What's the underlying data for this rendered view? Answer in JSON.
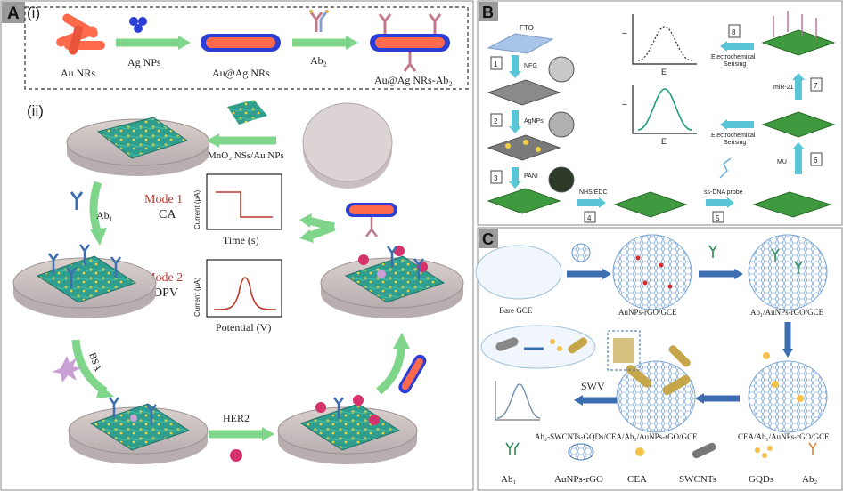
{
  "panels": {
    "A": {
      "letter": "A",
      "sub_i": "(i)",
      "sub_ii": "(ii)",
      "step_labels": {
        "au_nrs": "Au NRs",
        "ag_nps": "Ag NPs",
        "au_ag_nrs": "Au@Ag NRs",
        "ab2": "Ab₂",
        "au_ag_nrs_ab2": "Au@Ag NRs-Ab₂"
      },
      "mno2": "MnO₂ NSs/Au NPs",
      "ab1": "Ab₁",
      "bsa": "BSA",
      "her2": "HER2",
      "mode1_title": "Mode 1",
      "mode1_method": "CA",
      "mode1_ylabel": "Current (μA)",
      "mode1_xlabel": "Time (s)",
      "mode2_title": "Mode 2",
      "mode2_method": "DPV",
      "mode2_ylabel": "Current (μA)",
      "mode2_xlabel": "Potential (V)"
    },
    "B": {
      "letter": "B",
      "fto": "FTO",
      "nfg": "NFG",
      "agnps": "AgNPs",
      "pani": "PANI",
      "nhs_edc": "NHS/EDC",
      "ss_dna": "ss-DNA probe",
      "mu": "MU",
      "mir21": "miR-21",
      "es1": "Electrochemical",
      "es2": "Sensing",
      "e_axis": "E",
      "steps": [
        "1",
        "2",
        "3",
        "4",
        "5",
        "6",
        "7",
        "8"
      ],
      "dash": "–"
    },
    "C": {
      "letter": "C",
      "bare": "Bare GCE",
      "s1": "AuNPs-rGO/GCE",
      "s2": "Ab₁/AuNPs-rGO/GCE",
      "s3": "CEA/Ab₁/AuNPs-rGO/GCE",
      "s4": "Ab₂-SWCNTs-GQDs/CEA/Ab₁/AuNPs-rGO/GCE",
      "swv": "SWV",
      "legend": [
        "Ab₁",
        "AuNPs-rGO",
        "CEA",
        "SWCNTs",
        "GQDs",
        "Ab₂"
      ]
    }
  },
  "colors": {
    "arrow_green": "#7fd68a",
    "arrow_blue": "#3d6fb0",
    "au_rod": "#ff6a4d",
    "ag_shell": "#2b3fd6",
    "mode_red": "#c0392b",
    "panel_label_bg": "#9a9a9a"
  }
}
